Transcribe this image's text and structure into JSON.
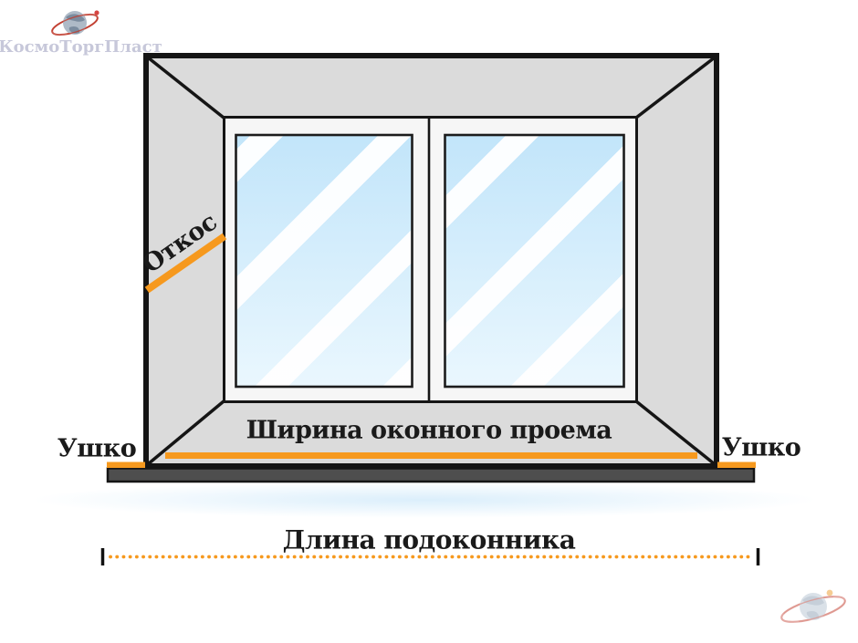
{
  "brand": {
    "name": "КосмоТоргПласт",
    "globe_icon": "planet-with-ring"
  },
  "labels": {
    "slope": "Откос",
    "ear_left": "Ушко",
    "ear_right": "Ушко",
    "opening_width": "Ширина оконного проема",
    "sill_length": "Длина подоконника"
  },
  "colors": {
    "accent": "#F6991E",
    "slope_face": "#DBDBDB",
    "frame_face": "#F6F6F6",
    "glass_top": "#C2E5FA",
    "glass_bottom": "#EAF7FE",
    "sill": "#4E4E4E",
    "outline": "#151515",
    "label_text": "#1A1A1A",
    "brand_text": "#C7C8DA",
    "ring_red": "#C0392B",
    "globe_fill": "#B9C6D3",
    "globe_land": "#8B9AAB",
    "dot_orange": "#EDA33C"
  }
}
